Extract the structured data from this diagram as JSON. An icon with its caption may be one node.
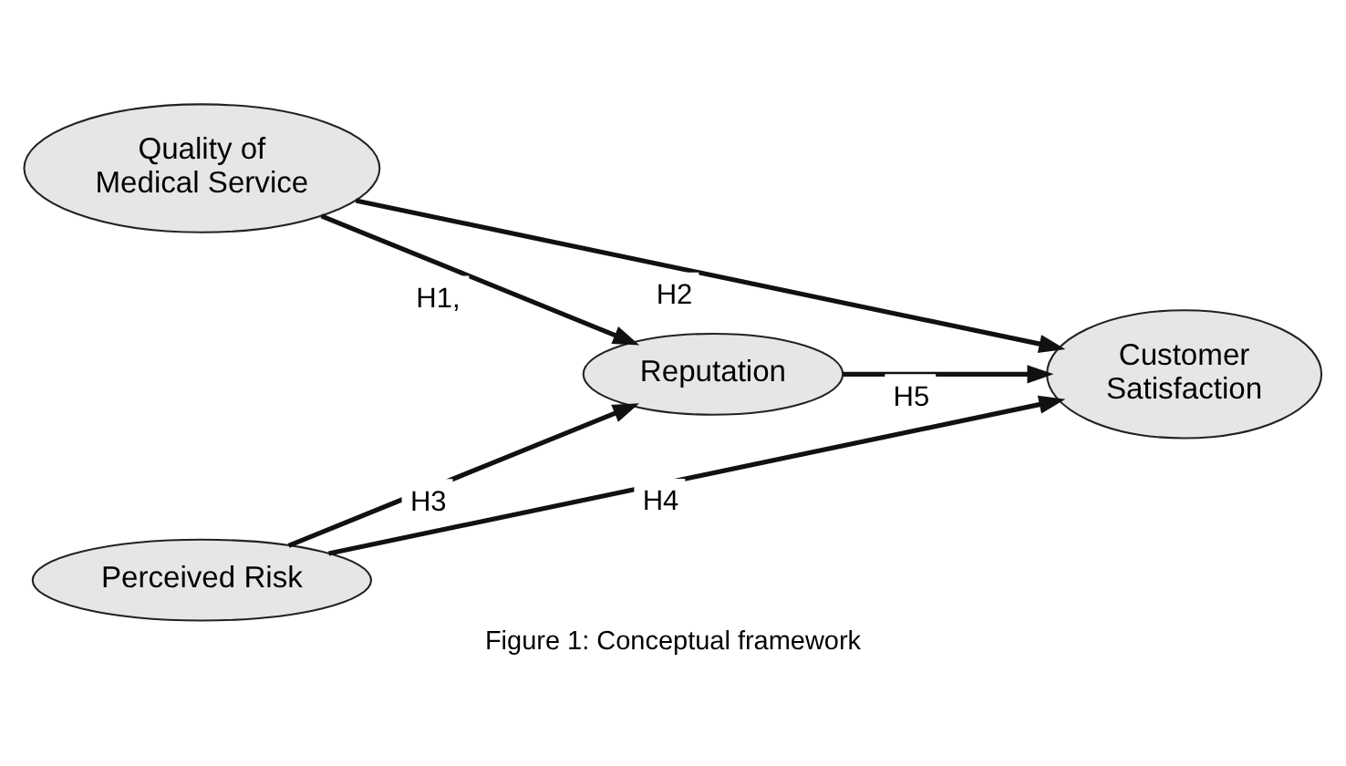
{
  "diagram": {
    "caption": "Figure 1: Conceptual framework",
    "nodes": [
      {
        "text": [
          "Quality of Medical Service"
        ]
      },
      {
        "text": [
          "Reputation"
        ]
      },
      {
        "text": [
          "Customer Satisfaction"
        ]
      },
      {
        "text": [
          "Perceived Risk"
        ]
      }
    ],
    "edges": [
      {
        "from": 0,
        "to": 1,
        "arrow": "to",
        "label": "H1,"
      },
      {
        "from": 0,
        "to": 2,
        "arrow": "to",
        "label": "H2"
      },
      {
        "from": 3,
        "to": 1,
        "arrow": "to",
        "label": "H3"
      },
      {
        "from": 1,
        "to": 2,
        "arrow": "to",
        "label": "H5"
      },
      {
        "from": 3,
        "to": 2,
        "arrow": "to",
        "label": "H4"
      }
    ]
  }
}
